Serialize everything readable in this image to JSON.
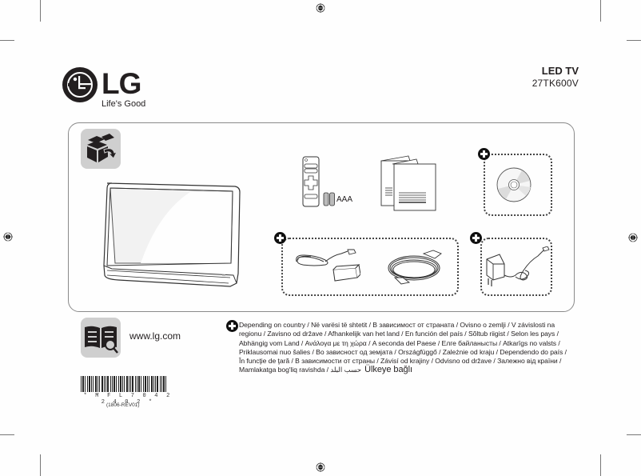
{
  "document": {
    "type": "Quick Setup Guide cover",
    "brand": {
      "name": "LG",
      "tagline": "Life's Good",
      "colors": {
        "logo": "#231f20",
        "icon_tile": "#cfcfcf",
        "box_border": "#8a8a8a"
      }
    },
    "product": {
      "type": "LED TV",
      "model": "27TK600V"
    },
    "contents": {
      "icon": "unbox-icon",
      "main_item": "tv-monitor-icon",
      "items": [
        {
          "name": "remote-control-icon",
          "label": ""
        },
        {
          "name": "batteries-icon",
          "label": "AAA"
        },
        {
          "name": "manuals-icon",
          "label": ""
        }
      ],
      "optional_groups": [
        {
          "marker": "plus-icon",
          "items": [
            "cd-icon"
          ]
        },
        {
          "marker": "plus-icon",
          "items": [
            "ac-dc-adapter-icon",
            "power-cord-icon"
          ]
        },
        {
          "marker": "plus-icon",
          "items": [
            "wall-adapter-icon"
          ]
        }
      ]
    },
    "footer": {
      "manual_icon": "book-search-icon",
      "website": "www.lg.com",
      "barcode_text": "* M F L 7 0 4 2 2 4 0 2 *",
      "revision": "(1806-REV01)",
      "country_note": {
        "marker": "plus-icon",
        "lines": [
          "Depending on country / Në varësi të shtetit / В зависимост от страната / Ovisno o zemlji / V závislosti na",
          "regionu / Zavisno od države / Afhankelijk van het land / En función del país / Sõltub riigist / Selon les pays /",
          "Abhängig vom Land / Ανάλογα με τη χώρα / A seconda del Paese / Елге байланысты / Atkarīgs no valsts /",
          "Priklausomai nuo šalies / Во зависност од земјата / Országfüggő / Zależnie od kraju / Dependendo do país /",
          "În funcţie de ţară / В зависимости от страны / Závisí od krajiny / Odvisno od države / Залежно від країни /",
          "Mamlakatga bog'liq ravishda / حسب البلد"
        ],
        "last_phrase": "Ülkeye bağlı"
      }
    }
  }
}
